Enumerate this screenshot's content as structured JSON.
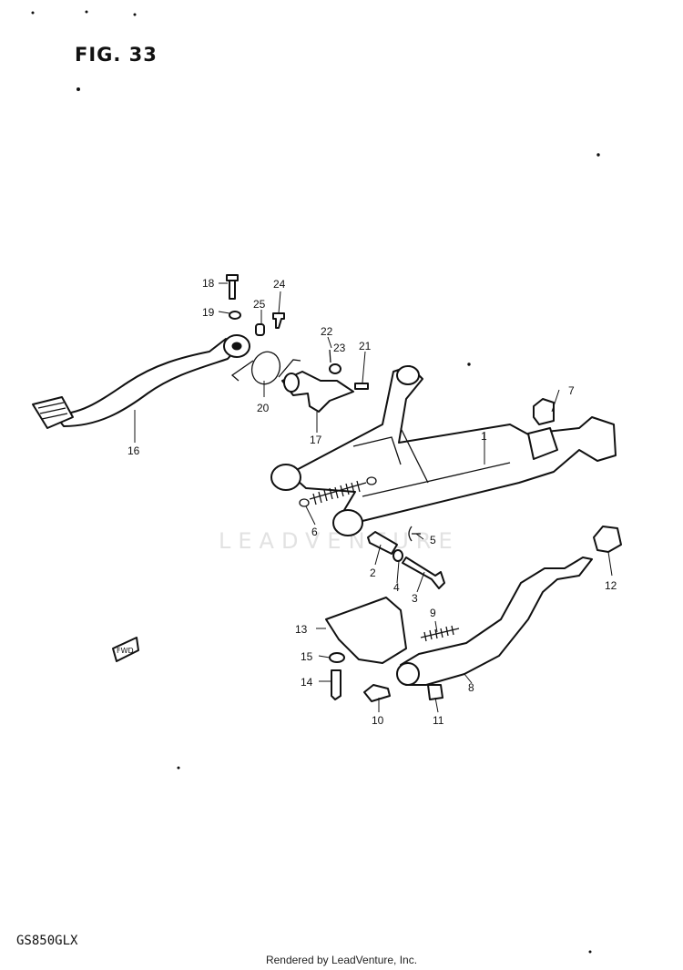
{
  "figure": {
    "title": "FIG. 33",
    "model": "GS850GLX",
    "credit": "Rendered by LeadVenture, Inc.",
    "watermark": "LEADVENTURE",
    "direction_marker": "FWD"
  },
  "parts": [
    {
      "id": "part-1",
      "label": "1"
    },
    {
      "id": "part-2",
      "label": "2"
    },
    {
      "id": "part-3",
      "label": "3"
    },
    {
      "id": "part-4",
      "label": "4"
    },
    {
      "id": "part-5",
      "label": "5"
    },
    {
      "id": "part-6",
      "label": "6"
    },
    {
      "id": "part-7",
      "label": "7"
    },
    {
      "id": "part-8",
      "label": "8"
    },
    {
      "id": "part-9",
      "label": "9"
    },
    {
      "id": "part-10",
      "label": "10"
    },
    {
      "id": "part-11",
      "label": "11"
    },
    {
      "id": "part-12",
      "label": "12"
    },
    {
      "id": "part-13",
      "label": "13"
    },
    {
      "id": "part-14",
      "label": "14"
    },
    {
      "id": "part-15",
      "label": "15"
    },
    {
      "id": "part-16",
      "label": "16"
    },
    {
      "id": "part-17",
      "label": "17"
    },
    {
      "id": "part-18",
      "label": "18"
    },
    {
      "id": "part-19",
      "label": "19"
    },
    {
      "id": "part-20",
      "label": "20"
    },
    {
      "id": "part-21",
      "label": "21"
    },
    {
      "id": "part-22",
      "label": "22"
    },
    {
      "id": "part-23",
      "label": "23"
    },
    {
      "id": "part-24",
      "label": "24"
    },
    {
      "id": "part-25",
      "label": "25"
    }
  ]
}
